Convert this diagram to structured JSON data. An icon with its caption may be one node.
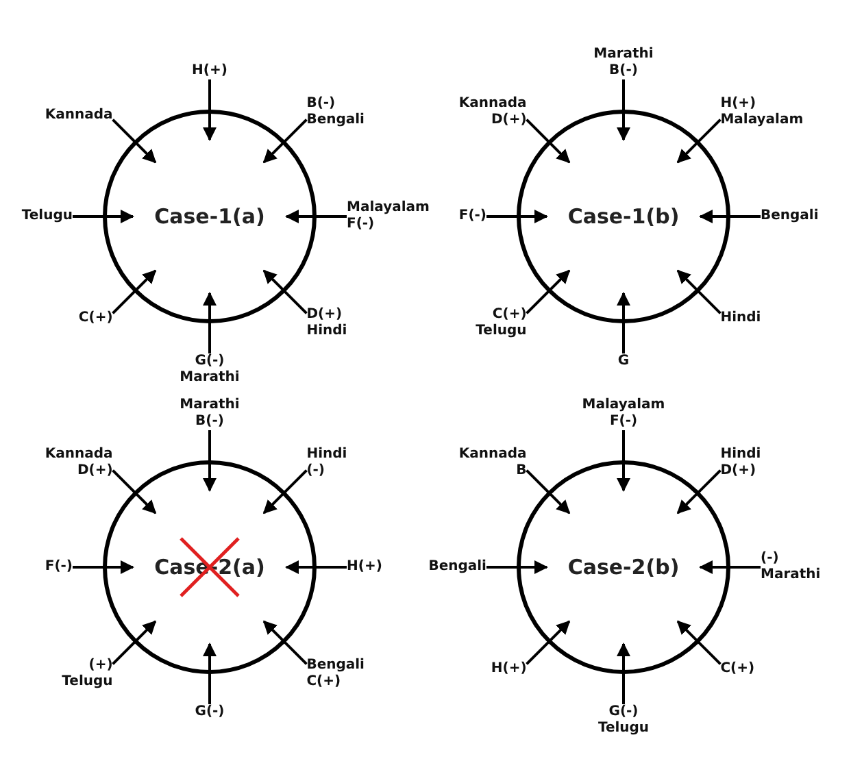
{
  "diagram": {
    "nodes": [
      {
        "text": [
          "Case-1(a)"
        ]
      },
      {
        "text": [
          "H(+)"
        ]
      },
      {
        "text": [
          "B(-)",
          "Bengali"
        ]
      },
      {
        "text": [
          "Malayalam",
          "F(-)"
        ]
      },
      {
        "text": [
          "D(+)",
          "Hindi"
        ]
      },
      {
        "text": [
          "G(-)",
          "Marathi"
        ]
      },
      {
        "text": [
          "C(+)"
        ]
      },
      {
        "text": [
          "Telugu"
        ]
      },
      {
        "text": [
          "Kannada"
        ]
      },
      {
        "text": [
          "Case-1(b)"
        ]
      },
      {
        "text": [
          "Marathi",
          "B(-)"
        ]
      },
      {
        "text": [
          "H(+)",
          "Malayalam"
        ]
      },
      {
        "text": [
          "Bengali"
        ]
      },
      {
        "text": [
          "Hindi"
        ]
      },
      {
        "text": [
          "G"
        ]
      },
      {
        "text": [
          "C(+)",
          "Telugu"
        ]
      },
      {
        "text": [
          "F(-)"
        ]
      },
      {
        "text": [
          "Kannada",
          "D(+)"
        ]
      },
      {
        "text": [
          "Case-2(a)"
        ]
      },
      {
        "text": [
          "Marathi",
          "B(-)"
        ]
      },
      {
        "text": [
          "Hindi",
          "(-)"
        ]
      },
      {
        "text": [
          "H(+)"
        ]
      },
      {
        "text": [
          "Bengali",
          "C(+)"
        ]
      },
      {
        "text": [
          "G(-)"
        ]
      },
      {
        "text": [
          "(+)",
          "Telugu"
        ]
      },
      {
        "text": [
          "F(-)"
        ]
      },
      {
        "text": [
          "Kannada",
          "D(+)"
        ]
      },
      {
        "text": [
          "Case-2(b)"
        ]
      },
      {
        "text": [
          "Malayalam",
          "F(-)"
        ]
      },
      {
        "text": [
          "Hindi",
          "D(+)"
        ]
      },
      {
        "text": [
          "(-)",
          "Marathi"
        ]
      },
      {
        "text": [
          "C(+)"
        ]
      },
      {
        "text": [
          "G(-)",
          "Telugu"
        ]
      },
      {
        "text": [
          "H(+)"
        ]
      },
      {
        "text": [
          "Bengali"
        ]
      },
      {
        "text": [
          "Kannada",
          "B"
        ]
      }
    ],
    "edges": [
      {
        "from": 1,
        "to": 0,
        "arrow": "to"
      },
      {
        "from": 2,
        "to": 0,
        "arrow": "to"
      },
      {
        "from": 3,
        "to": 0,
        "arrow": "to"
      },
      {
        "from": 4,
        "to": 0,
        "arrow": "to"
      },
      {
        "from": 5,
        "to": 0,
        "arrow": "to"
      },
      {
        "from": 6,
        "to": 0,
        "arrow": "to"
      },
      {
        "from": 7,
        "to": 0,
        "arrow": "to"
      },
      {
        "from": 8,
        "to": 0,
        "arrow": "to"
      },
      {
        "from": 10,
        "to": 9,
        "arrow": "to"
      },
      {
        "from": 11,
        "to": 9,
        "arrow": "to"
      },
      {
        "from": 12,
        "to": 9,
        "arrow": "to"
      },
      {
        "from": 13,
        "to": 9,
        "arrow": "to"
      },
      {
        "from": 14,
        "to": 9,
        "arrow": "to"
      },
      {
        "from": 15,
        "to": 9,
        "arrow": "to"
      },
      {
        "from": 16,
        "to": 9,
        "arrow": "to"
      },
      {
        "from": 17,
        "to": 9,
        "arrow": "to"
      },
      {
        "from": 19,
        "to": 18,
        "arrow": "to"
      },
      {
        "from": 20,
        "to": 18,
        "arrow": "to"
      },
      {
        "from": 21,
        "to": 18,
        "arrow": "to"
      },
      {
        "from": 22,
        "to": 18,
        "arrow": "to"
      },
      {
        "from": 23,
        "to": 18,
        "arrow": "to"
      },
      {
        "from": 24,
        "to": 18,
        "arrow": "to"
      },
      {
        "from": 25,
        "to": 18,
        "arrow": "to"
      },
      {
        "from": 26,
        "to": 18,
        "arrow": "to"
      },
      {
        "from": 28,
        "to": 27,
        "arrow": "to"
      },
      {
        "from": 29,
        "to": 27,
        "arrow": "to"
      },
      {
        "from": 30,
        "to": 27,
        "arrow": "to"
      },
      {
        "from": 31,
        "to": 27,
        "arrow": "to"
      },
      {
        "from": 32,
        "to": 27,
        "arrow": "to"
      },
      {
        "from": 33,
        "to": 27,
        "arrow": "to"
      },
      {
        "from": 34,
        "to": 27,
        "arrow": "to"
      },
      {
        "from": 35,
        "to": 27,
        "arrow": "to"
      }
    ]
  }
}
